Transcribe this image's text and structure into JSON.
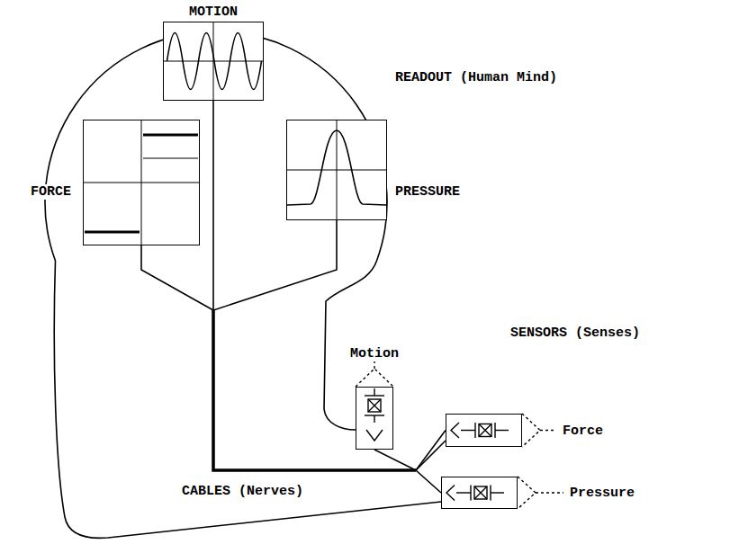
{
  "diagram": {
    "nodes": [
      {
        "text": [
          "MOTION"
        ]
      },
      {
        "text": [
          "FORCE"
        ]
      },
      {
        "text": [
          "PRESSURE"
        ]
      },
      {
        "text": [
          "Motion"
        ]
      },
      {
        "text": [
          "Force"
        ]
      },
      {
        "text": [
          "Pressure"
        ]
      }
    ],
    "edges": [
      {
        "from": 3,
        "to": 0,
        "arrow": "none"
      },
      {
        "from": 4,
        "to": 1,
        "arrow": "none"
      },
      {
        "from": 5,
        "to": 2,
        "arrow": "none"
      }
    ],
    "labels": [
      "READOUT (Human Mind)",
      "SENSORS (Senses)",
      "CABLES (Nerves)"
    ]
  }
}
